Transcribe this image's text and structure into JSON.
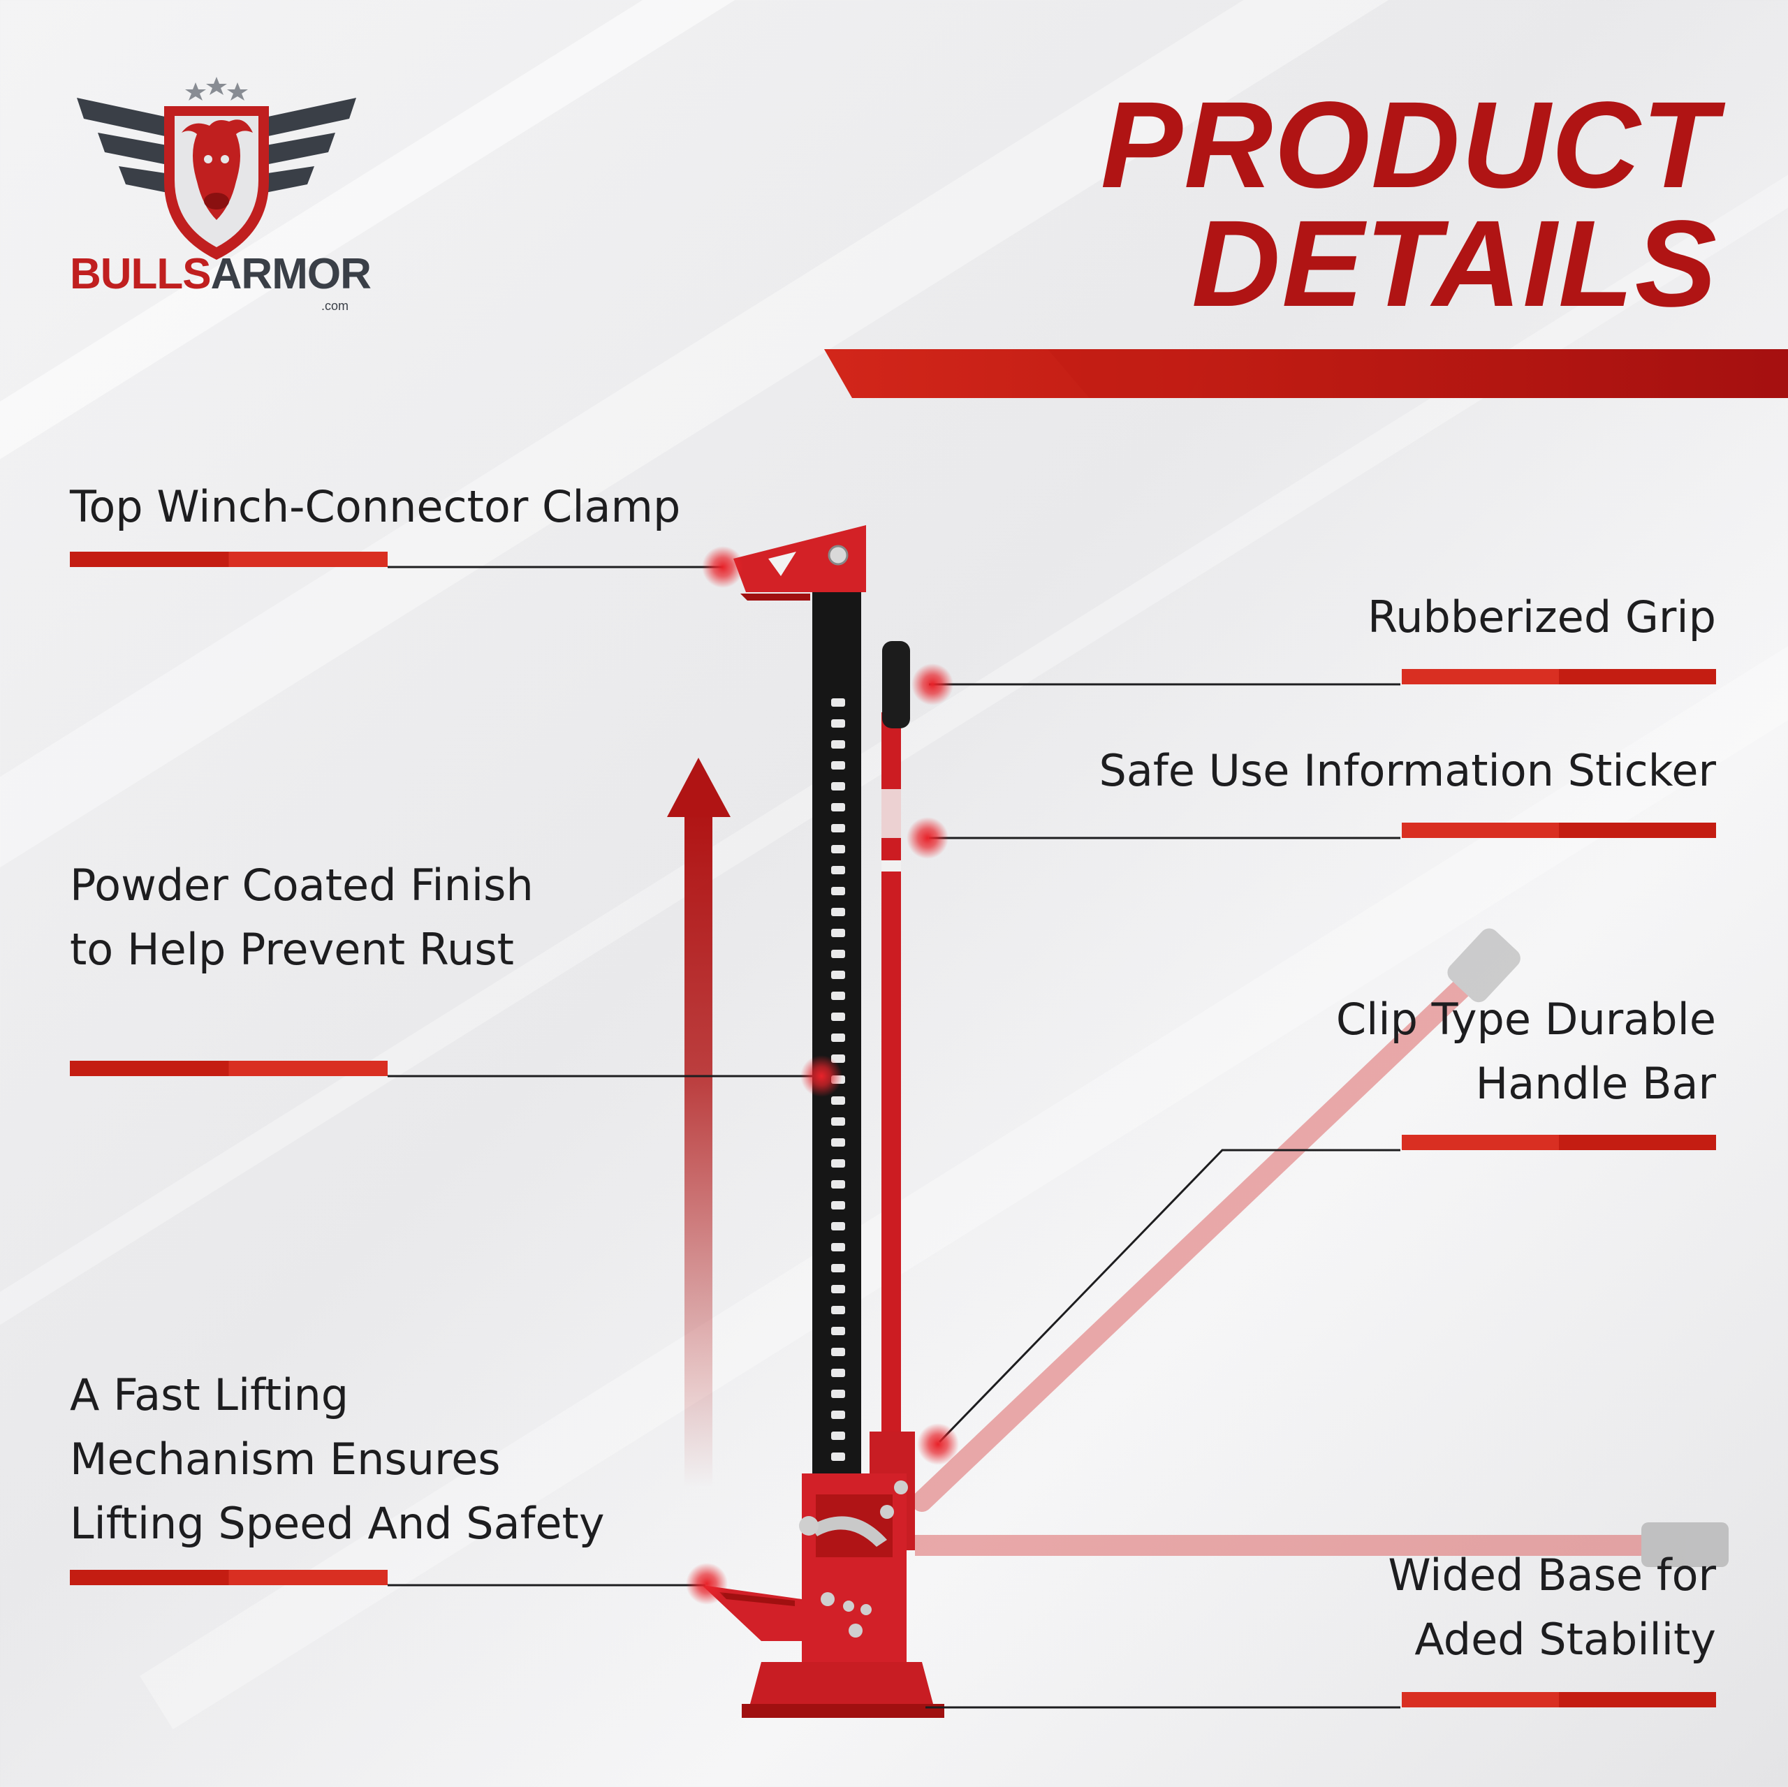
{
  "brand": {
    "name_part1": "BULLS",
    "name_part2": "ARMOR",
    "domain": ".com"
  },
  "header": {
    "title_line1": "PRODUCT",
    "title_line2": "DETAILS"
  },
  "callouts": {
    "top_clamp": "Top Winch-Connector Clamp",
    "grip": "Rubberized Grip",
    "sticker": "Safe Use Information Sticker",
    "powder_line1": "Powder Coated Finish",
    "powder_line2": "to Help Prevent Rust",
    "handle_line1": "Clip Type Durable",
    "handle_line2": "Handle Bar",
    "lift_line1": "A Fast Lifting",
    "lift_line2": "Mechanism Ensures",
    "lift_line3": "Lifting Speed And Safety",
    "base_line1": "Wided Base for",
    "base_line2": "Aded Stability"
  },
  "colors": {
    "brand_red": "#b01414",
    "accent_red": "#d92f22",
    "dark_gray": "#3a3f47",
    "text": "#1d1d1f"
  }
}
